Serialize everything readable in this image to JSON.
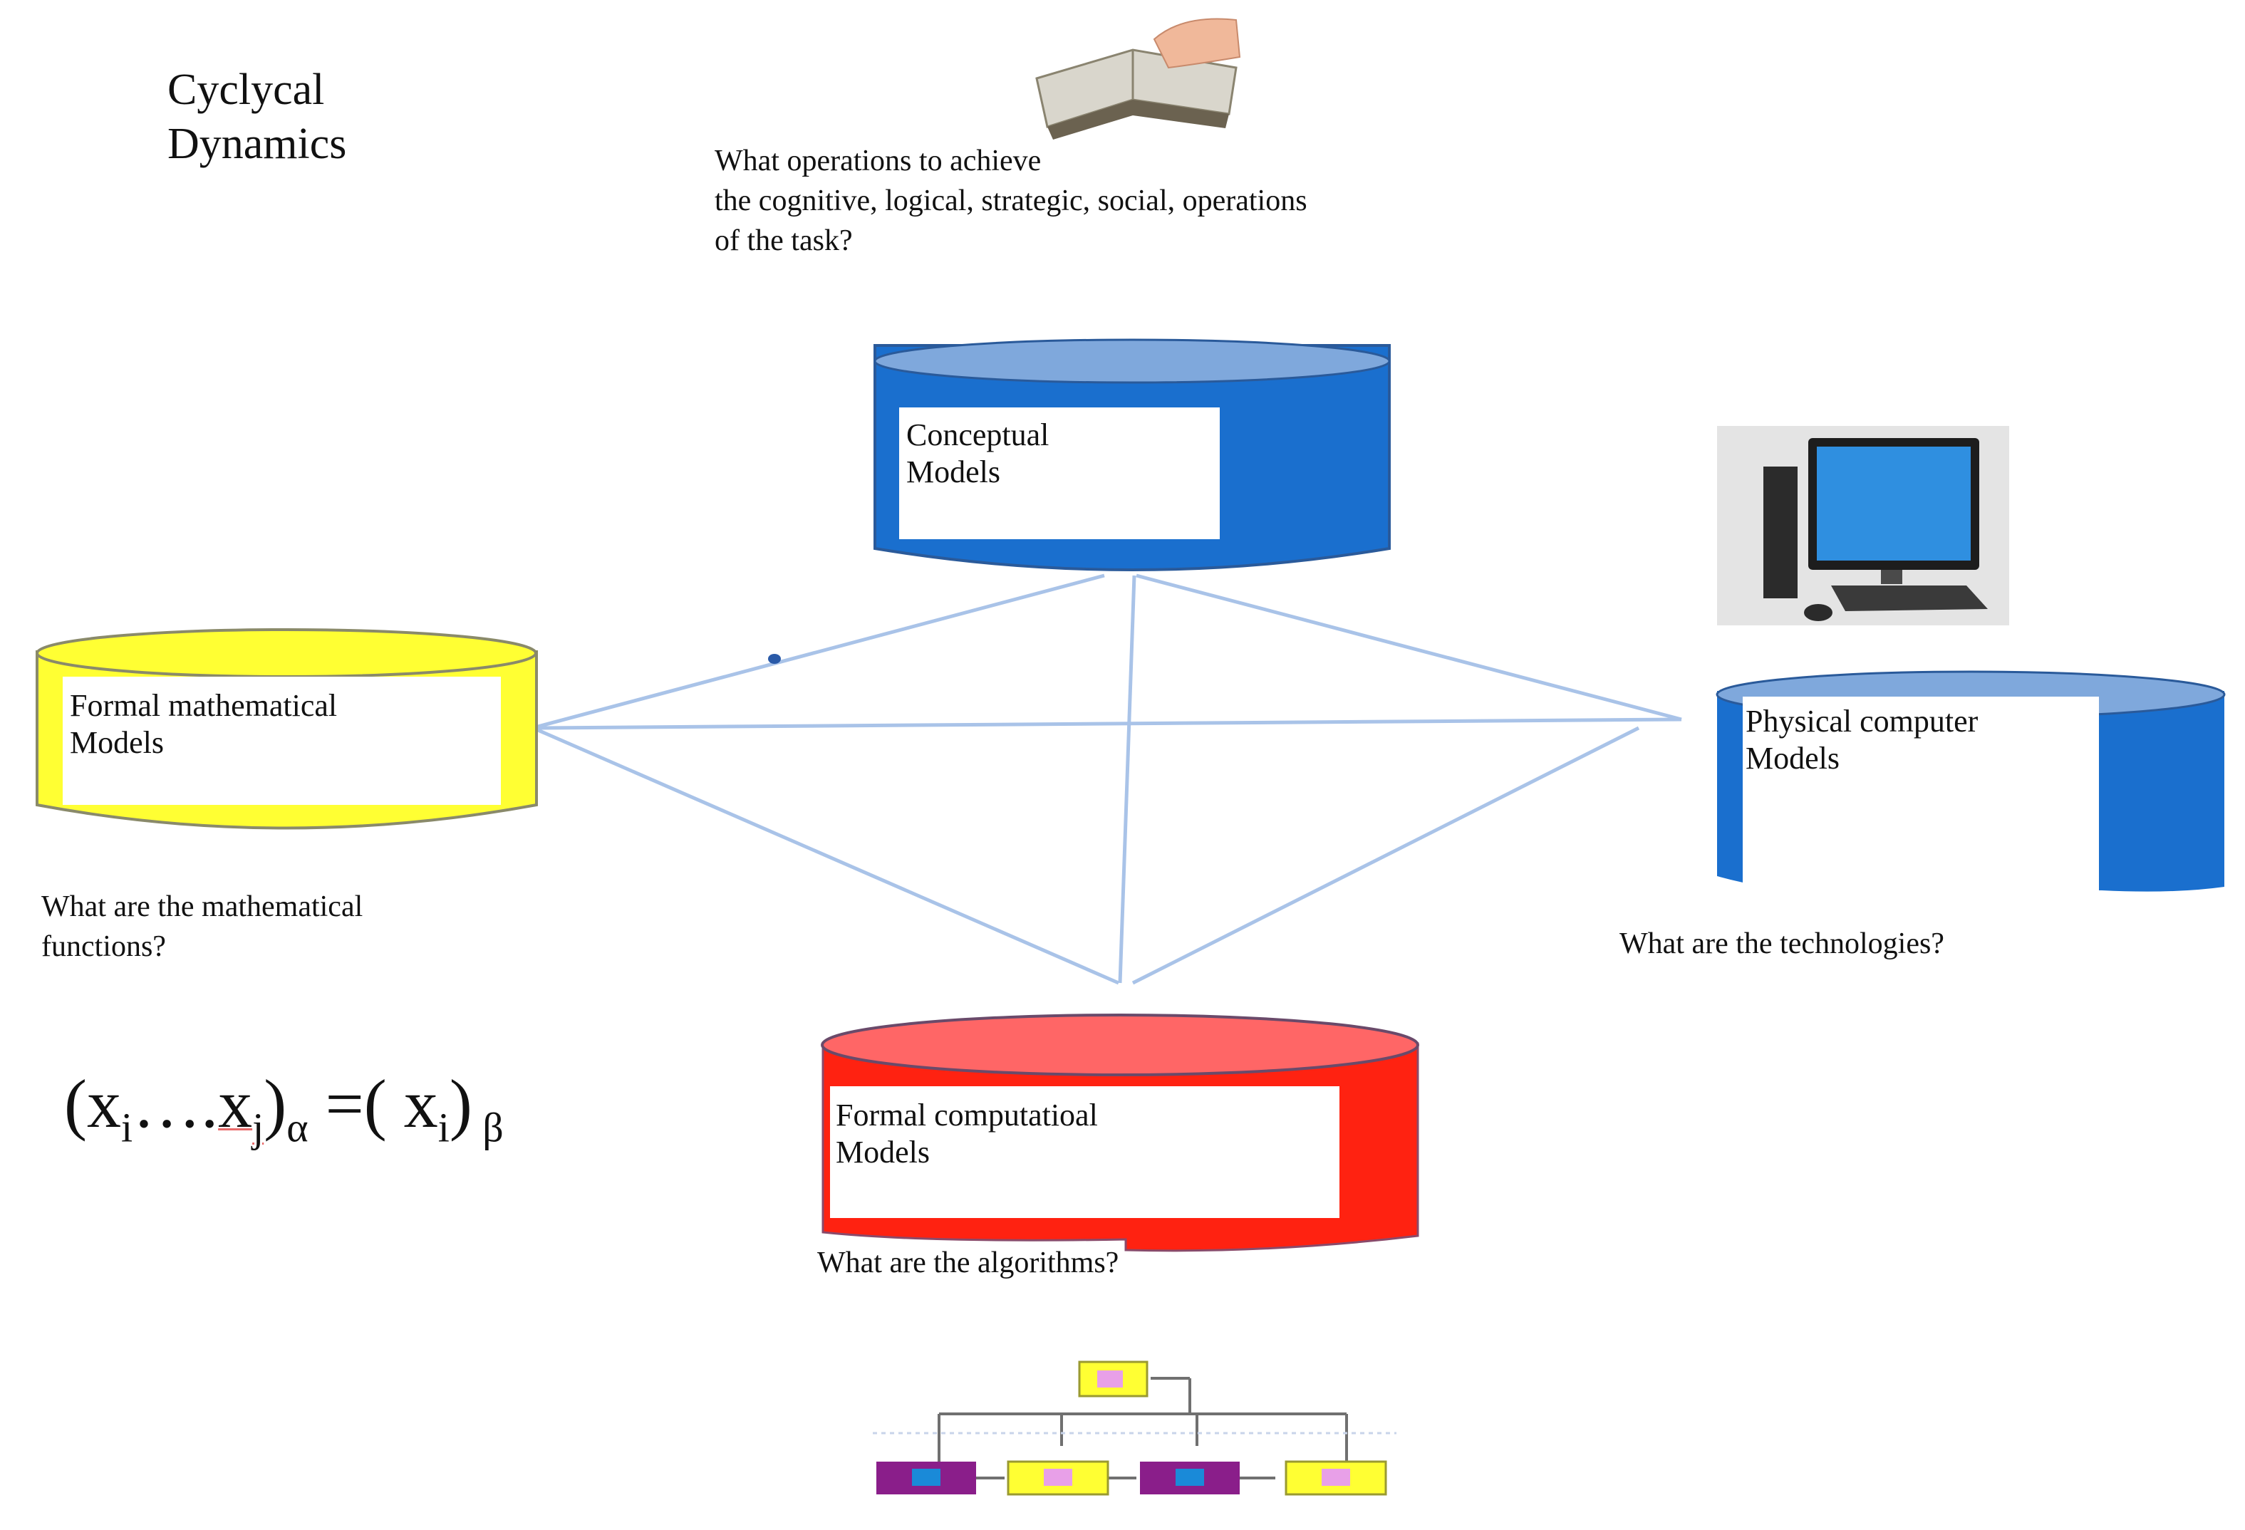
{
  "title": "Cyclycal\nDynamics",
  "questions": {
    "conceptual": "What operations to achieve\nthe cognitive, logical, strategic, social, operations\nof the task?",
    "mathematical": "What are the mathematical\nfunctions?",
    "technologies": "What are the technologies?",
    "algorithms": "What are the algorithms?"
  },
  "models": {
    "conceptual": "Conceptual\nModels",
    "mathematical": "Formal mathematical\nModels",
    "physical": "Physical computer\nModels",
    "computational": "Formal computatioal\nModels"
  },
  "formula": {
    "open": "(x",
    "sub_i1": "i",
    "dots": "….",
    "x_j": "x",
    "sub_j": "j",
    "close1": ")",
    "sub_alpha": "α",
    "eq": " =( x",
    "sub_i2": "i",
    "close2": ")",
    "beta": " β"
  },
  "colors": {
    "conceptual": "#1a6fce",
    "mathematical": "#ffff33",
    "physical": "#1a6fce",
    "computational": "#ff2211",
    "edges": "#a9c3e8"
  },
  "icons": [
    "book-reading-icon",
    "desktop-computer-icon",
    "flowchart-icon"
  ]
}
